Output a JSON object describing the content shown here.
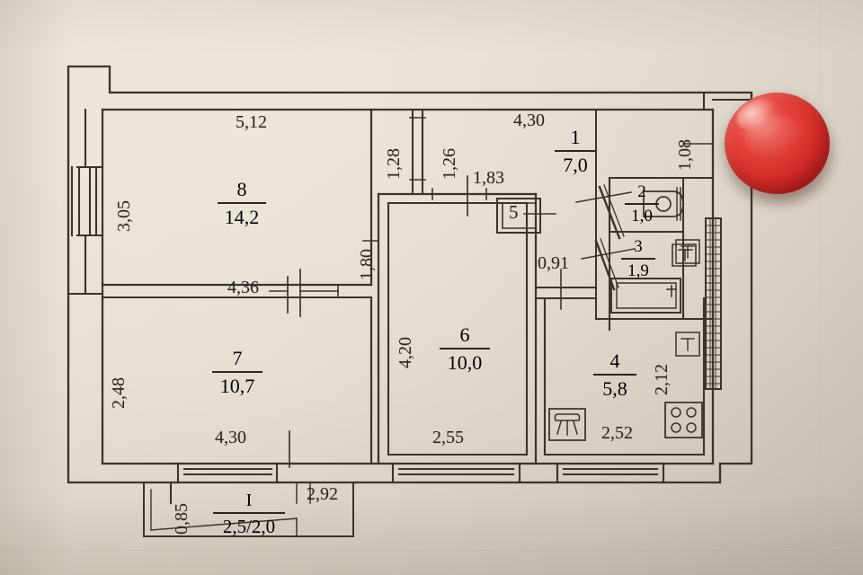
{
  "document": {
    "type": "apartment-floor-plan-photograph",
    "surface_color": "#e7dfd3",
    "ink_color": "#2a2722"
  },
  "rooms": [
    {
      "id": "room-1",
      "number": "1",
      "area": "7,0"
    },
    {
      "id": "room-2",
      "number": "2",
      "area": "1,0"
    },
    {
      "id": "room-3",
      "number": "3",
      "area": "1,9"
    },
    {
      "id": "room-4",
      "number": "4",
      "area": "5,8"
    },
    {
      "id": "room-6",
      "number": "6",
      "area": "10,0"
    },
    {
      "id": "room-7",
      "number": "7",
      "area": "10,7"
    },
    {
      "id": "room-8",
      "number": "8",
      "area": "14,2"
    },
    {
      "id": "balcony-I",
      "number": "I",
      "area": "2,5/2,0"
    }
  ],
  "closet": {
    "label": "5"
  },
  "dimensions": {
    "top_room8": "5,12",
    "left_room8": "3,05",
    "room8_bottom": "4,36",
    "corridor_v1": "1,28",
    "corridor_v2": "1,26",
    "room6_top": "1,83",
    "room6_left_upper": "1,80",
    "room6_left": "4,20",
    "room6_bottom": "2,55",
    "room1_top": "4,30",
    "right_upper": "1,08",
    "hall_width": "0,91",
    "room7_left": "2,48",
    "room7_bottom": "4,30",
    "balcony_left": "0,85",
    "balcony_right": "2,92",
    "kitchen_right": "2,12",
    "kitchen_bottom": "2,52"
  },
  "fixtures": {
    "toilet": "toilet-fixture",
    "bathtub": "bathtub-fixture",
    "sink": "kitchen-sink-fixture",
    "stove": "stove-fixture",
    "vent": "ventilation-duct",
    "radiator_1": "radiator",
    "radiator_2": "radiator",
    "radiator_3": "radiator"
  },
  "objects": {
    "magnet": {
      "name": "red-round-magnet",
      "color": "#d8302a"
    }
  }
}
